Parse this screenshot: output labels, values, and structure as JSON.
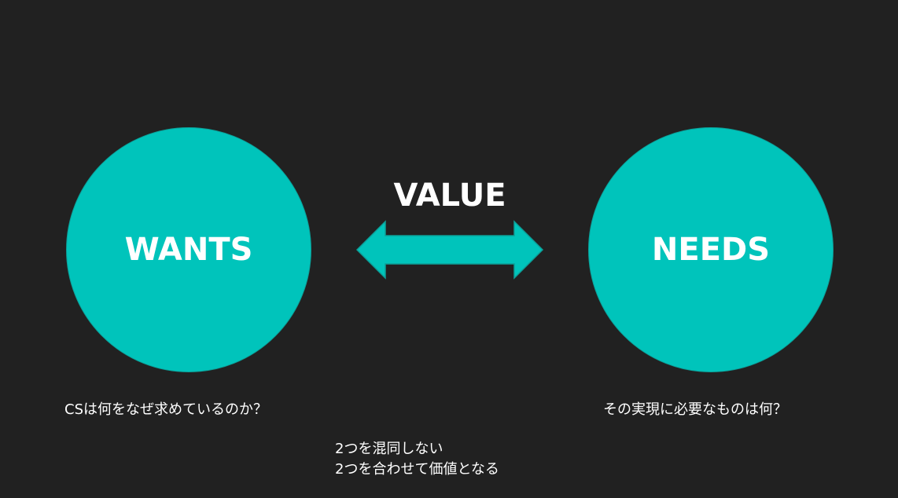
{
  "colors": {
    "background": "#212121",
    "accent": "#00c4bb",
    "text": "#ffffff"
  },
  "diagram": {
    "left_circle": {
      "label": "WANTS"
    },
    "right_circle": {
      "label": "NEEDS"
    },
    "connector": {
      "label": "VALUE",
      "icon": "double-headed-arrow-icon"
    },
    "left_caption": "CSは何をなぜ求めているのか？",
    "right_caption": "その実現に必要なものは何？",
    "notes": [
      "2つを混同しない",
      "2つを合わせて価値となる"
    ]
  }
}
